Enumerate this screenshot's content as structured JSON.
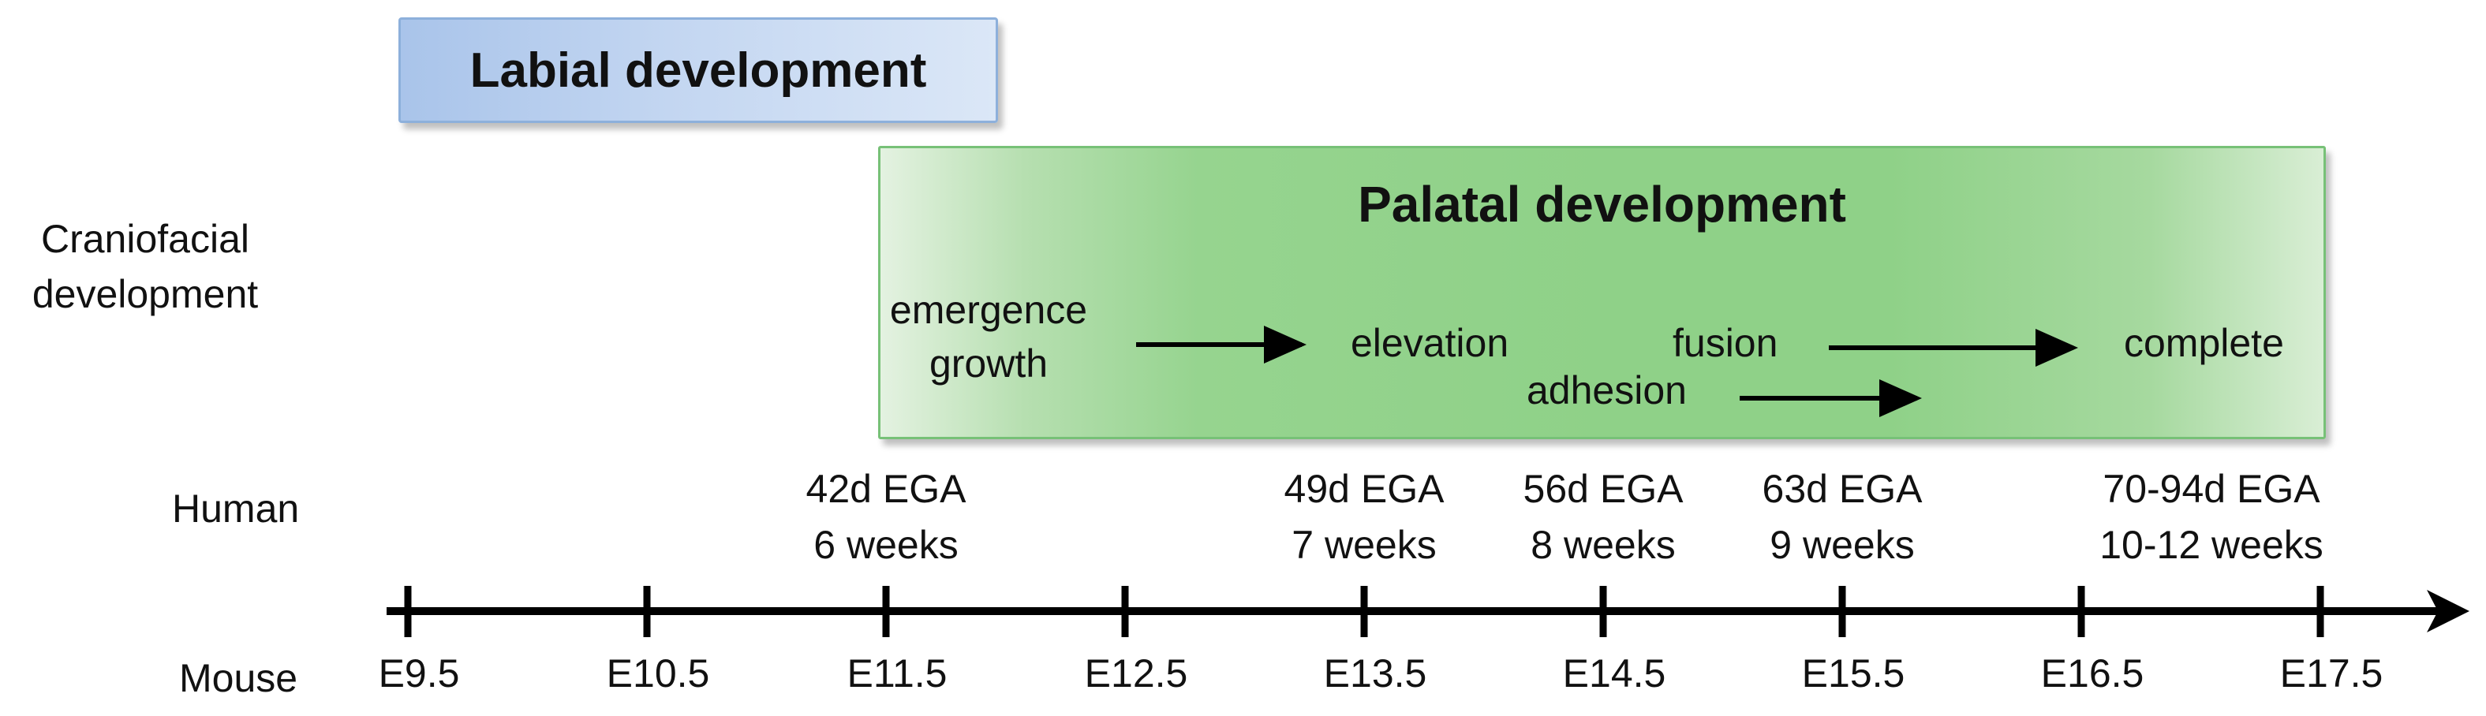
{
  "row_labels": {
    "craniofacial": "Craniofacial development",
    "human": "Human",
    "mouse": "Mouse"
  },
  "labial": {
    "title": "Labial development",
    "color": "#a9c4ea"
  },
  "palatal": {
    "title": "Palatal development",
    "color": "#8fd188",
    "stages": {
      "emergence": "emergence",
      "growth": "growth",
      "elevation": "elevation",
      "fusion": "fusion",
      "adhesion": "adhesion",
      "complete": "complete"
    }
  },
  "mouse_ticks": [
    "E9.5",
    "E10.5",
    "E11.5",
    "E12.5",
    "E13.5",
    "E14.5",
    "E15.5",
    "E16.5",
    "E17.5"
  ],
  "human_labels": [
    {
      "line1": "42d EGA",
      "line2": "6 weeks"
    },
    {
      "line1": "49d EGA",
      "line2": "7 weeks"
    },
    {
      "line1": "56d EGA",
      "line2": "8 weeks"
    },
    {
      "line1": "63d EGA",
      "line2": "9 weeks"
    },
    {
      "line1": "70-94d EGA",
      "line2": "10-12 weeks"
    }
  ]
}
